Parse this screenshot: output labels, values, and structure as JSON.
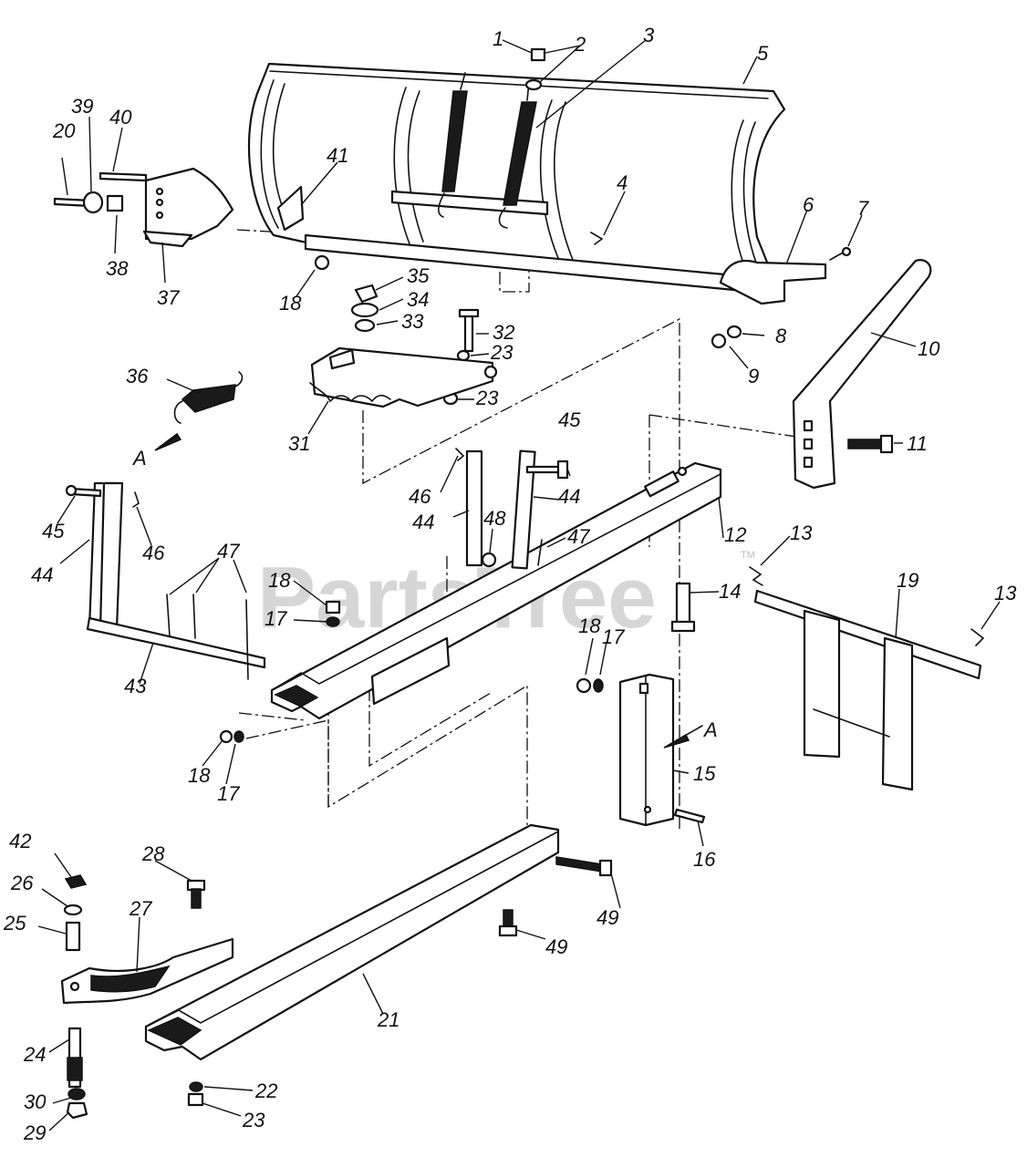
{
  "watermark": {
    "text": "PartsTree",
    "tm": "TM"
  },
  "callouts": [
    "1",
    "2",
    "3",
    "4",
    "5",
    "6",
    "7",
    "8",
    "9",
    "10",
    "11",
    "12",
    "13",
    "14",
    "15",
    "16",
    "17",
    "18",
    "19",
    "20",
    "21",
    "22",
    "23",
    "24",
    "25",
    "26",
    "27",
    "28",
    "29",
    "30",
    "31",
    "32",
    "33",
    "34",
    "35",
    "36",
    "37",
    "38",
    "39",
    "40",
    "41",
    "42",
    "43",
    "44",
    "45",
    "46",
    "47",
    "48",
    "49"
  ],
  "arrow_label": "A"
}
